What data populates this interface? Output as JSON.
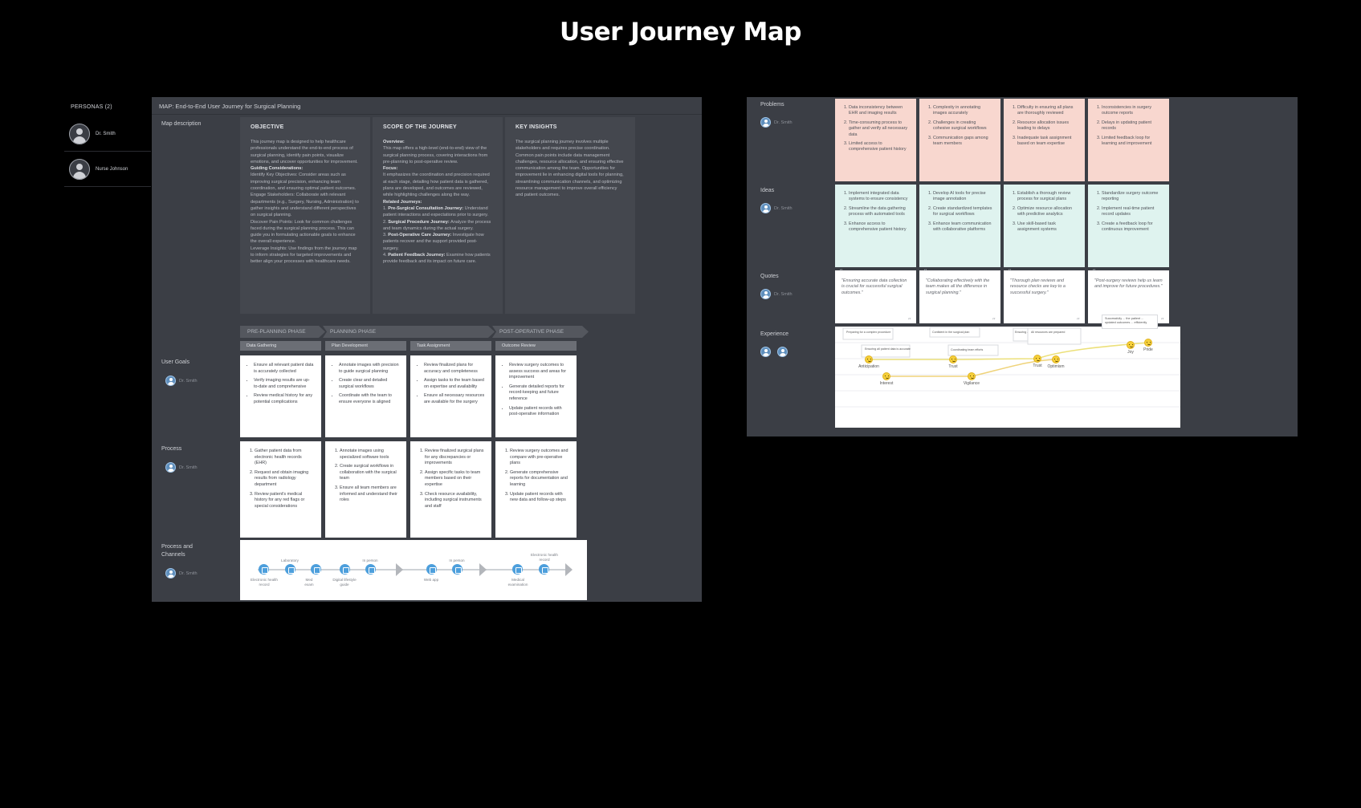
{
  "title": "User Journey Map",
  "personas": {
    "title": "PERSONAS (2)",
    "items": [
      {
        "name": "Dr. Smith"
      },
      {
        "name": "Nurse Johnson"
      }
    ]
  },
  "map": {
    "header": "MAP: End-to-End User Journey for Surgical Planning",
    "description_label": "Map description",
    "objective": {
      "title": "OBJECTIVE",
      "intro": "This journey map is designed to help healthcare professionals understand the end-to-end process of surgical planning, identify pain points, visualize emotions, and uncover opportunities for improvement.",
      "guiding": "Guiding Considerations:",
      "p1": "Identify Key Objectives: Consider areas such as improving surgical precision, enhancing team coordination, and ensuring optimal patient outcomes.",
      "p2": "Engage Stakeholders: Collaborate with relevant departments (e.g., Surgery, Nursing, Administration) to gather insights and understand different perspectives on surgical planning.",
      "p3": "Discover Pain Points: Look for common challenges faced during the surgical planning process. This can guide you in formulating actionable goals to enhance the overall experience.",
      "p4": "Leverage Insights: Use findings from the journey map to inform strategies for targeted improvements and better align your processes with healthcare needs."
    },
    "scope": {
      "title": "SCOPE OF THE JOURNEY",
      "overview_h": "Overview:",
      "overview": "This map offers a high-level (end-to-end) view of the surgical planning process, covering interactions from pre-planning to post-operative review.",
      "focus_h": "Focus:",
      "focus": "It emphasizes the coordination and precision required at each stage, detailing how patient data is gathered, plans are developed, and outcomes are reviewed, while highlighting challenges along the way.",
      "related_h": "Related Journeys:",
      "r1_h": "Pre-Surgical Consultation Journey:",
      "r1": "Understand patient interactions and expectations prior to surgery.",
      "r2_h": "Surgical Procedure Journey:",
      "r2": "Analyze the process and team dynamics during the actual surgery.",
      "r3_h": "Post-Operative Care Journey:",
      "r3": "Investigate how patients recover and the support provided post-surgery.",
      "r4_h": "Patient Feedback Journey:",
      "r4": "Examine how patients provide feedback and its impact on future care."
    },
    "insights": {
      "title": "KEY INSIGHTS",
      "text": "The surgical planning journey involves multiple stakeholders and requires precise coordination. Common pain points include data management challenges, resource allocation, and ensuring effective communication among the team. Opportunities for improvement lie in enhancing digital tools for planning, streamlining communication channels, and optimizing resource management to improve overall efficiency and patient outcomes."
    },
    "phases": [
      "PRE-PLANNING PHASE",
      "PLANNING PHASE",
      "POST-OPERATIVE PHASE"
    ],
    "stages": [
      "Data Gathering",
      "Plan Development",
      "Task Assignment",
      "Outcome Review"
    ],
    "user_goals": {
      "label": "User Goals",
      "persona": "Dr. Smith",
      "cards": [
        [
          "Ensure all relevant patient data is accurately collected",
          "Verify imaging results are up-to-date and comprehensive",
          "Review medical history for any potential complications"
        ],
        [
          "Annotate images with precision to guide surgical planning",
          "Create clear and detailed surgical workflows",
          "Coordinate with the team to ensure everyone is aligned"
        ],
        [
          "Review finalized plans for accuracy and completeness",
          "Assign tasks to the team based on expertise and availability",
          "Ensure all necessary resources are available for the surgery"
        ],
        [
          "Review surgery outcomes to assess success and areas for improvement",
          "Generate detailed reports for record-keeping and future reference",
          "Update patient records with post-operative information"
        ]
      ]
    },
    "process": {
      "label": "Process",
      "persona": "Dr. Smith",
      "cards": [
        [
          "Gather patient data from electronic health records (EHR)",
          "Request and obtain imaging results from radiology department",
          "Review patient's medical history for any red flags or special considerations"
        ],
        [
          "Annotate images using specialized software tools",
          "Create surgical workflows in collaboration with the surgical team",
          "Ensure all team members are informed and understand their roles"
        ],
        [
          "Review finalized surgical plans for any discrepancies or improvements",
          "Assign specific tasks to team members based on their expertise",
          "Check resource availability, including surgical instruments and staff"
        ],
        [
          "Review surgery outcomes and compare with pre-operative plans",
          "Generate comprehensive reports for documentation and learning",
          "Update patient records with new data and follow-up steps"
        ]
      ]
    },
    "channels": {
      "label": "Process and Channels",
      "persona": "Dr. Smith",
      "labels": [
        "Electronic health record",
        "Laboratory",
        "Med exam",
        "Digital lifestyle guide",
        "In person",
        "Web app",
        "In person",
        "Medical examination",
        "Electronic health record"
      ]
    }
  },
  "right": {
    "problems": {
      "label": "Problems",
      "persona": "Dr. Smith",
      "cards": [
        [
          "Data inconsistency between EHR and imaging results",
          "Time-consuming process to gather and verify all necessary data",
          "Limited access to comprehensive patient history"
        ],
        [
          "Complexity in annotating images accurately",
          "Challenges in creating cohesive surgical workflows",
          "Communication gaps among team members"
        ],
        [
          "Difficulty in ensuring all plans are thoroughly reviewed",
          "Resource allocation issues leading to delays",
          "Inadequate task assignment based on team expertise"
        ],
        [
          "Inconsistencies in surgery outcome reports",
          "Delays in updating patient records",
          "Limited feedback loop for learning and improvement"
        ]
      ]
    },
    "ideas": {
      "label": "Ideas",
      "persona": "Dr. Smith",
      "cards": [
        [
          "Implement integrated data systems to ensure consistency",
          "Streamline the data gathering process with automated tools",
          "Enhance access to comprehensive patient history"
        ],
        [
          "Develop AI tools for precise image annotation",
          "Create standardized templates for surgical workflows",
          "Enhance team communication with collaborative platforms"
        ],
        [
          "Establish a thorough review process for surgical plans",
          "Optimize resource allocation with predictive analytics",
          "Use skill-based task assignment systems"
        ],
        [
          "Standardize surgery outcome reporting",
          "Implement real-time patient record updates",
          "Create a feedback loop for continuous improvement"
        ]
      ]
    },
    "quotes": {
      "label": "Quotes",
      "persona": "Dr. Smith",
      "cards": [
        "\"Ensuring accurate data collection is crucial for successful surgical outcomes.\"",
        "\"Collaborating effectively with the team makes all the difference in surgical planning.\"",
        "\"Thorough plan reviews and resource checks are key to a successful surgery.\"",
        "\"Post-surgery reviews help us learn and improve for future procedures.\""
      ]
    },
    "experience": {
      "label": "Experience",
      "emotions": [
        "Anticipation",
        "Interest",
        "Trust",
        "Vigilance",
        "Trust",
        "Optimism",
        "Joy",
        "Pride"
      ],
      "notes": [
        "Preparing for a complex procedure",
        "Ensuring all patient data is accurate",
        "Confident in the surgical plan",
        "Coordinating team efforts",
        "Ensuring all surgical...",
        "All resources are prepared",
        "Successfully ... the patient ... updated outcomes ... efficiently"
      ],
      "colors": {
        "series1": "#e8d96a",
        "series2": "#f0c85a",
        "face": "#f5cf3a"
      }
    }
  }
}
